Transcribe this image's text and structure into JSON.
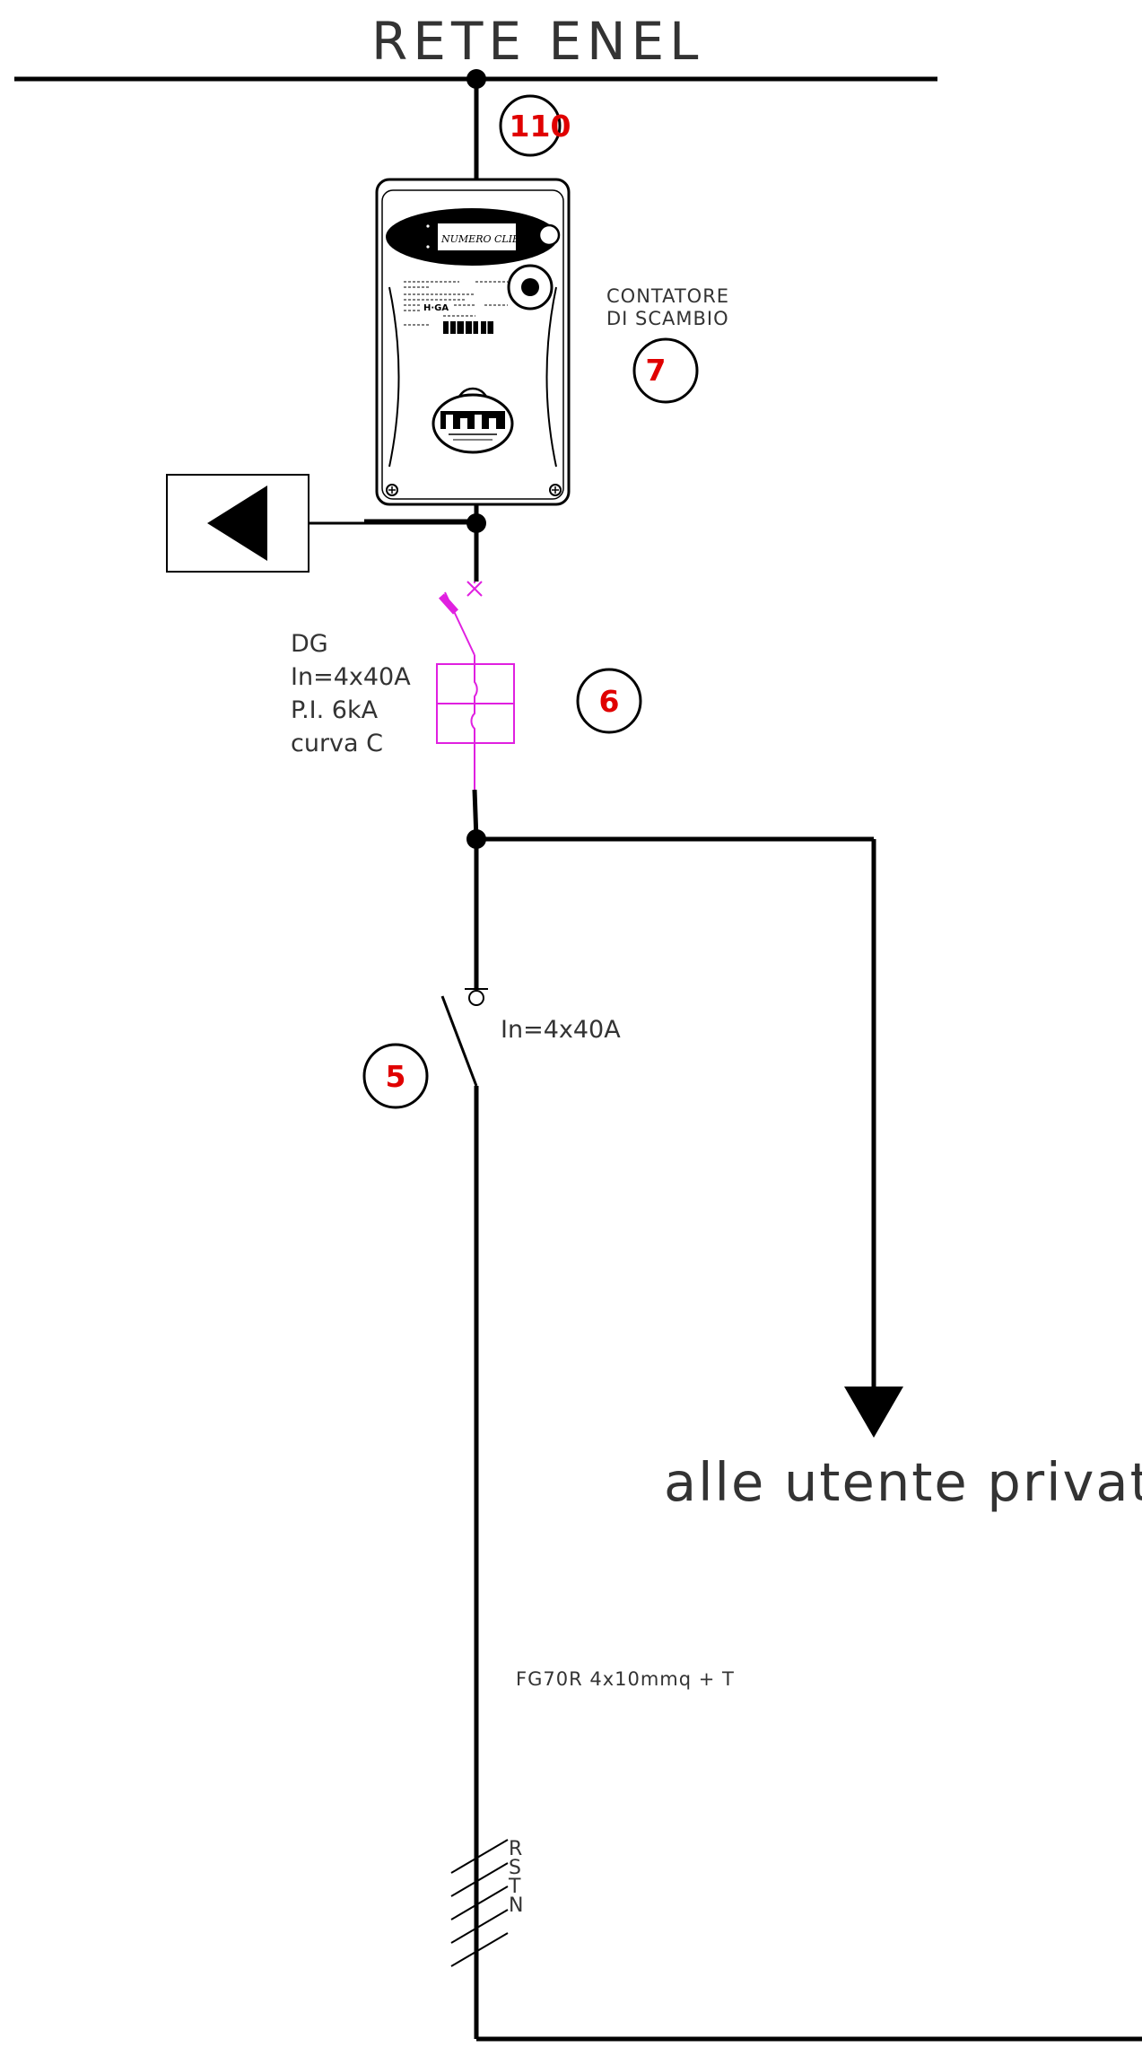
{
  "colors": {
    "line": "#000000",
    "label": "#333333",
    "badge_number": "#e00000",
    "breaker": "#e020e0"
  },
  "grid_label": "RETE ENEL",
  "meter": {
    "display_text": "NUMERO CLIENTE",
    "brand_mark": "H·GA",
    "label_line1": "CONTATORE",
    "label_line2": "DI SCAMBIO"
  },
  "badges": {
    "b110": "110",
    "b7": "7",
    "b6": "6",
    "b5": "5"
  },
  "breaker_dg": {
    "line1": "DG",
    "line2": "In=4x40A",
    "line3": "P.I. 6kA",
    "line4": "curva C"
  },
  "switch_label": "In=4x40A",
  "load_label": "alle utente private",
  "cable_label": "FG70R  4x10mmq + T",
  "phases": [
    "R",
    "S",
    "T",
    "N"
  ],
  "icons": {
    "export_arrow": "left-arrow-icon",
    "load_arrow": "down-arrow-icon"
  }
}
